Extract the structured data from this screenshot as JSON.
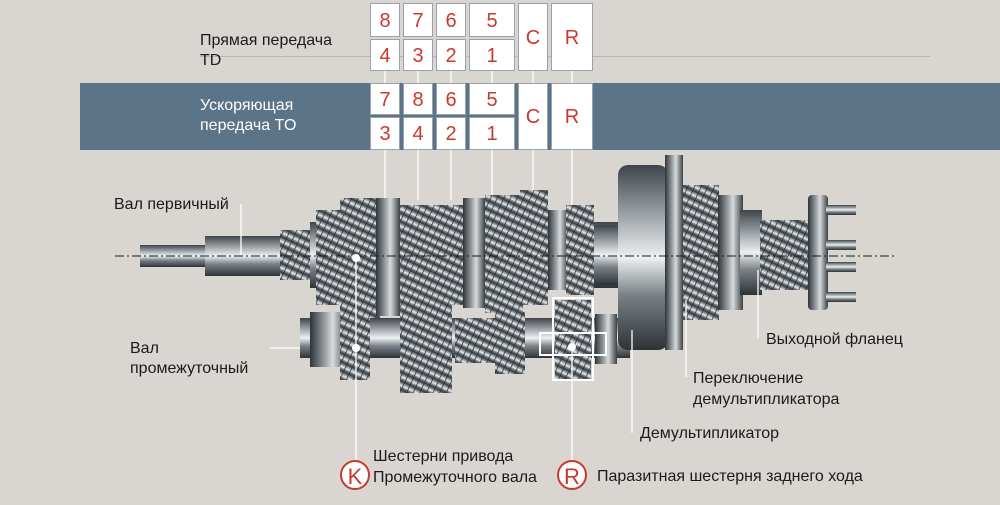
{
  "labels": {
    "direct_drive": "Прямая передача\nTD",
    "overdrive": "Ускоряющая\nпередача TO",
    "input_shaft": "Вал первичный",
    "countershaft": "Вал\nпромежуточный",
    "output_flange": "Выходной фланец",
    "range_shift": "Переключение\nдемультипликатора",
    "range_unit": "Демультипликатор",
    "countershaft_drive_gears": "Шестерни привода\nПромежуточного вала",
    "reverse_idler": "Паразитная шестерня заднего хода"
  },
  "direct_table": {
    "top": [
      "8",
      "7",
      "6",
      "5",
      "C",
      "R"
    ],
    "bottom": [
      "4",
      "3",
      "2",
      "1"
    ]
  },
  "overdrive_table": {
    "top": [
      "7",
      "8",
      "6",
      "5",
      "C",
      "R"
    ],
    "bottom": [
      "3",
      "4",
      "2",
      "1"
    ]
  },
  "markers": {
    "k": "K",
    "r": "R"
  },
  "colors": {
    "accent": "#c8392e",
    "band": "#5b7487",
    "background": "#d9d6d1"
  }
}
